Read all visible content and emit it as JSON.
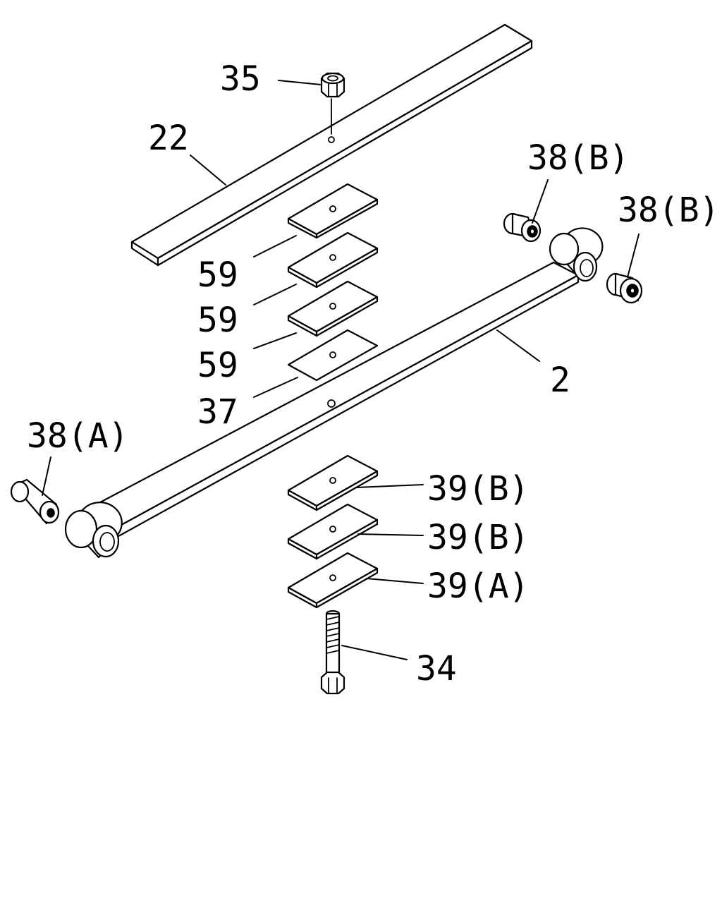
{
  "callouts": {
    "c35": "35",
    "c22": "22",
    "c38b_top": "38(B)",
    "c38b_right": "38(B)",
    "c59_1": "59",
    "c59_2": "59",
    "c59_3": "59",
    "c37": "37",
    "c2": "2",
    "c38a": "38(A)",
    "c39b_1": "39(B)",
    "c39b_2": "39(B)",
    "c39a": "39(A)",
    "c34": "34"
  },
  "colors": {
    "line": "#000000",
    "background": "#ffffff"
  }
}
